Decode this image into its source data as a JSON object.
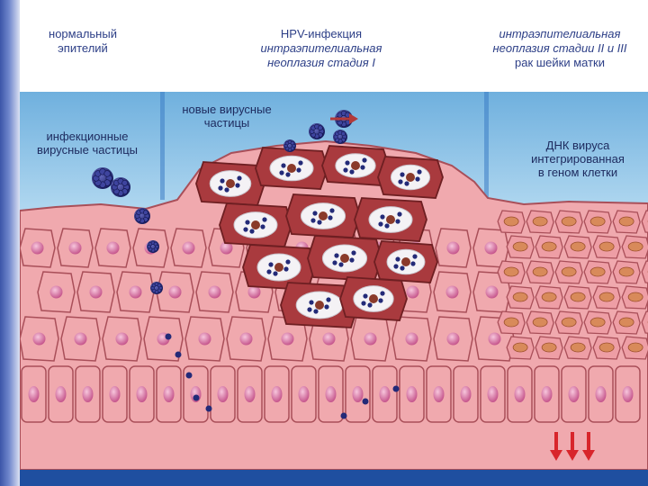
{
  "headers": {
    "normal": [
      "нормальный",
      "эпителий"
    ],
    "stage1": [
      "HPV-инфекция",
      "интраэпителиальная",
      "неоплазия стадия I"
    ],
    "stage2": [
      "интраэпителиальная",
      "неоплазия стадии II и III",
      "рак шейки матки"
    ]
  },
  "labels": {
    "infectious_particles": [
      "инфекционные",
      "вирусные частицы"
    ],
    "new_particles": [
      "новые вирусные",
      "частицы"
    ],
    "integrated_dna": [
      "ДНК вируса",
      "интегрированная",
      "в геном клетки"
    ]
  },
  "colors": {
    "sky": "#d6ecf8",
    "sky_dark": "#7fb8e0",
    "cell_fill": "#f0a9ae",
    "cell_edge": "#a94f59",
    "nucleus": "#d8689a",
    "infected_fill": "#a93a3e",
    "virus": "#232a78",
    "arrow_red": "#d8252b",
    "bottom": "#1f4fa0"
  },
  "icons": [
    "virus-particle-icon",
    "arrow-right-icon",
    "arrow-down-icon"
  ]
}
